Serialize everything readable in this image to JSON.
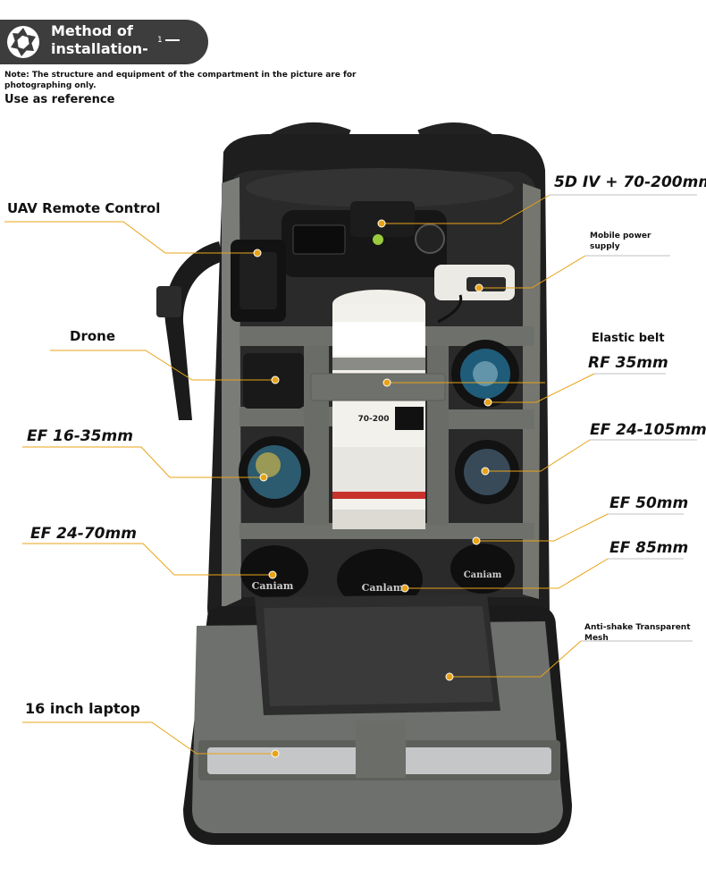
{
  "header": {
    "title": "Method of installation-",
    "page_marker": "1"
  },
  "note": "Note: The structure and equipment of the compartment in the picture are for photographing only.",
  "reference": "Use as reference",
  "labels": {
    "camera": "5D IV + 70-200mm",
    "uav_remote": "UAV Remote Control",
    "mobile_power": "Mobile power supply",
    "drone": "Drone",
    "elastic_belt": "Elastic belt",
    "rf35": "RF 35mm",
    "ef1635": "EF 16-35mm",
    "ef24105": "EF 24-105mm",
    "ef50": "EF 50mm",
    "ef2470": "EF 24-70mm",
    "ef85": "EF 85mm",
    "mesh": "Anti-shake Transparent Mesh",
    "laptop": "16 inch laptop"
  },
  "product_text": {
    "lens_brand": "Caniam",
    "lens_brand_2": "Canlam",
    "lens_model": "70-200"
  },
  "colors": {
    "accent": "#e8a317",
    "bag_shell": "#1e1e1e",
    "divider": "#6e706c",
    "header_bg": "#3d3d3d"
  }
}
